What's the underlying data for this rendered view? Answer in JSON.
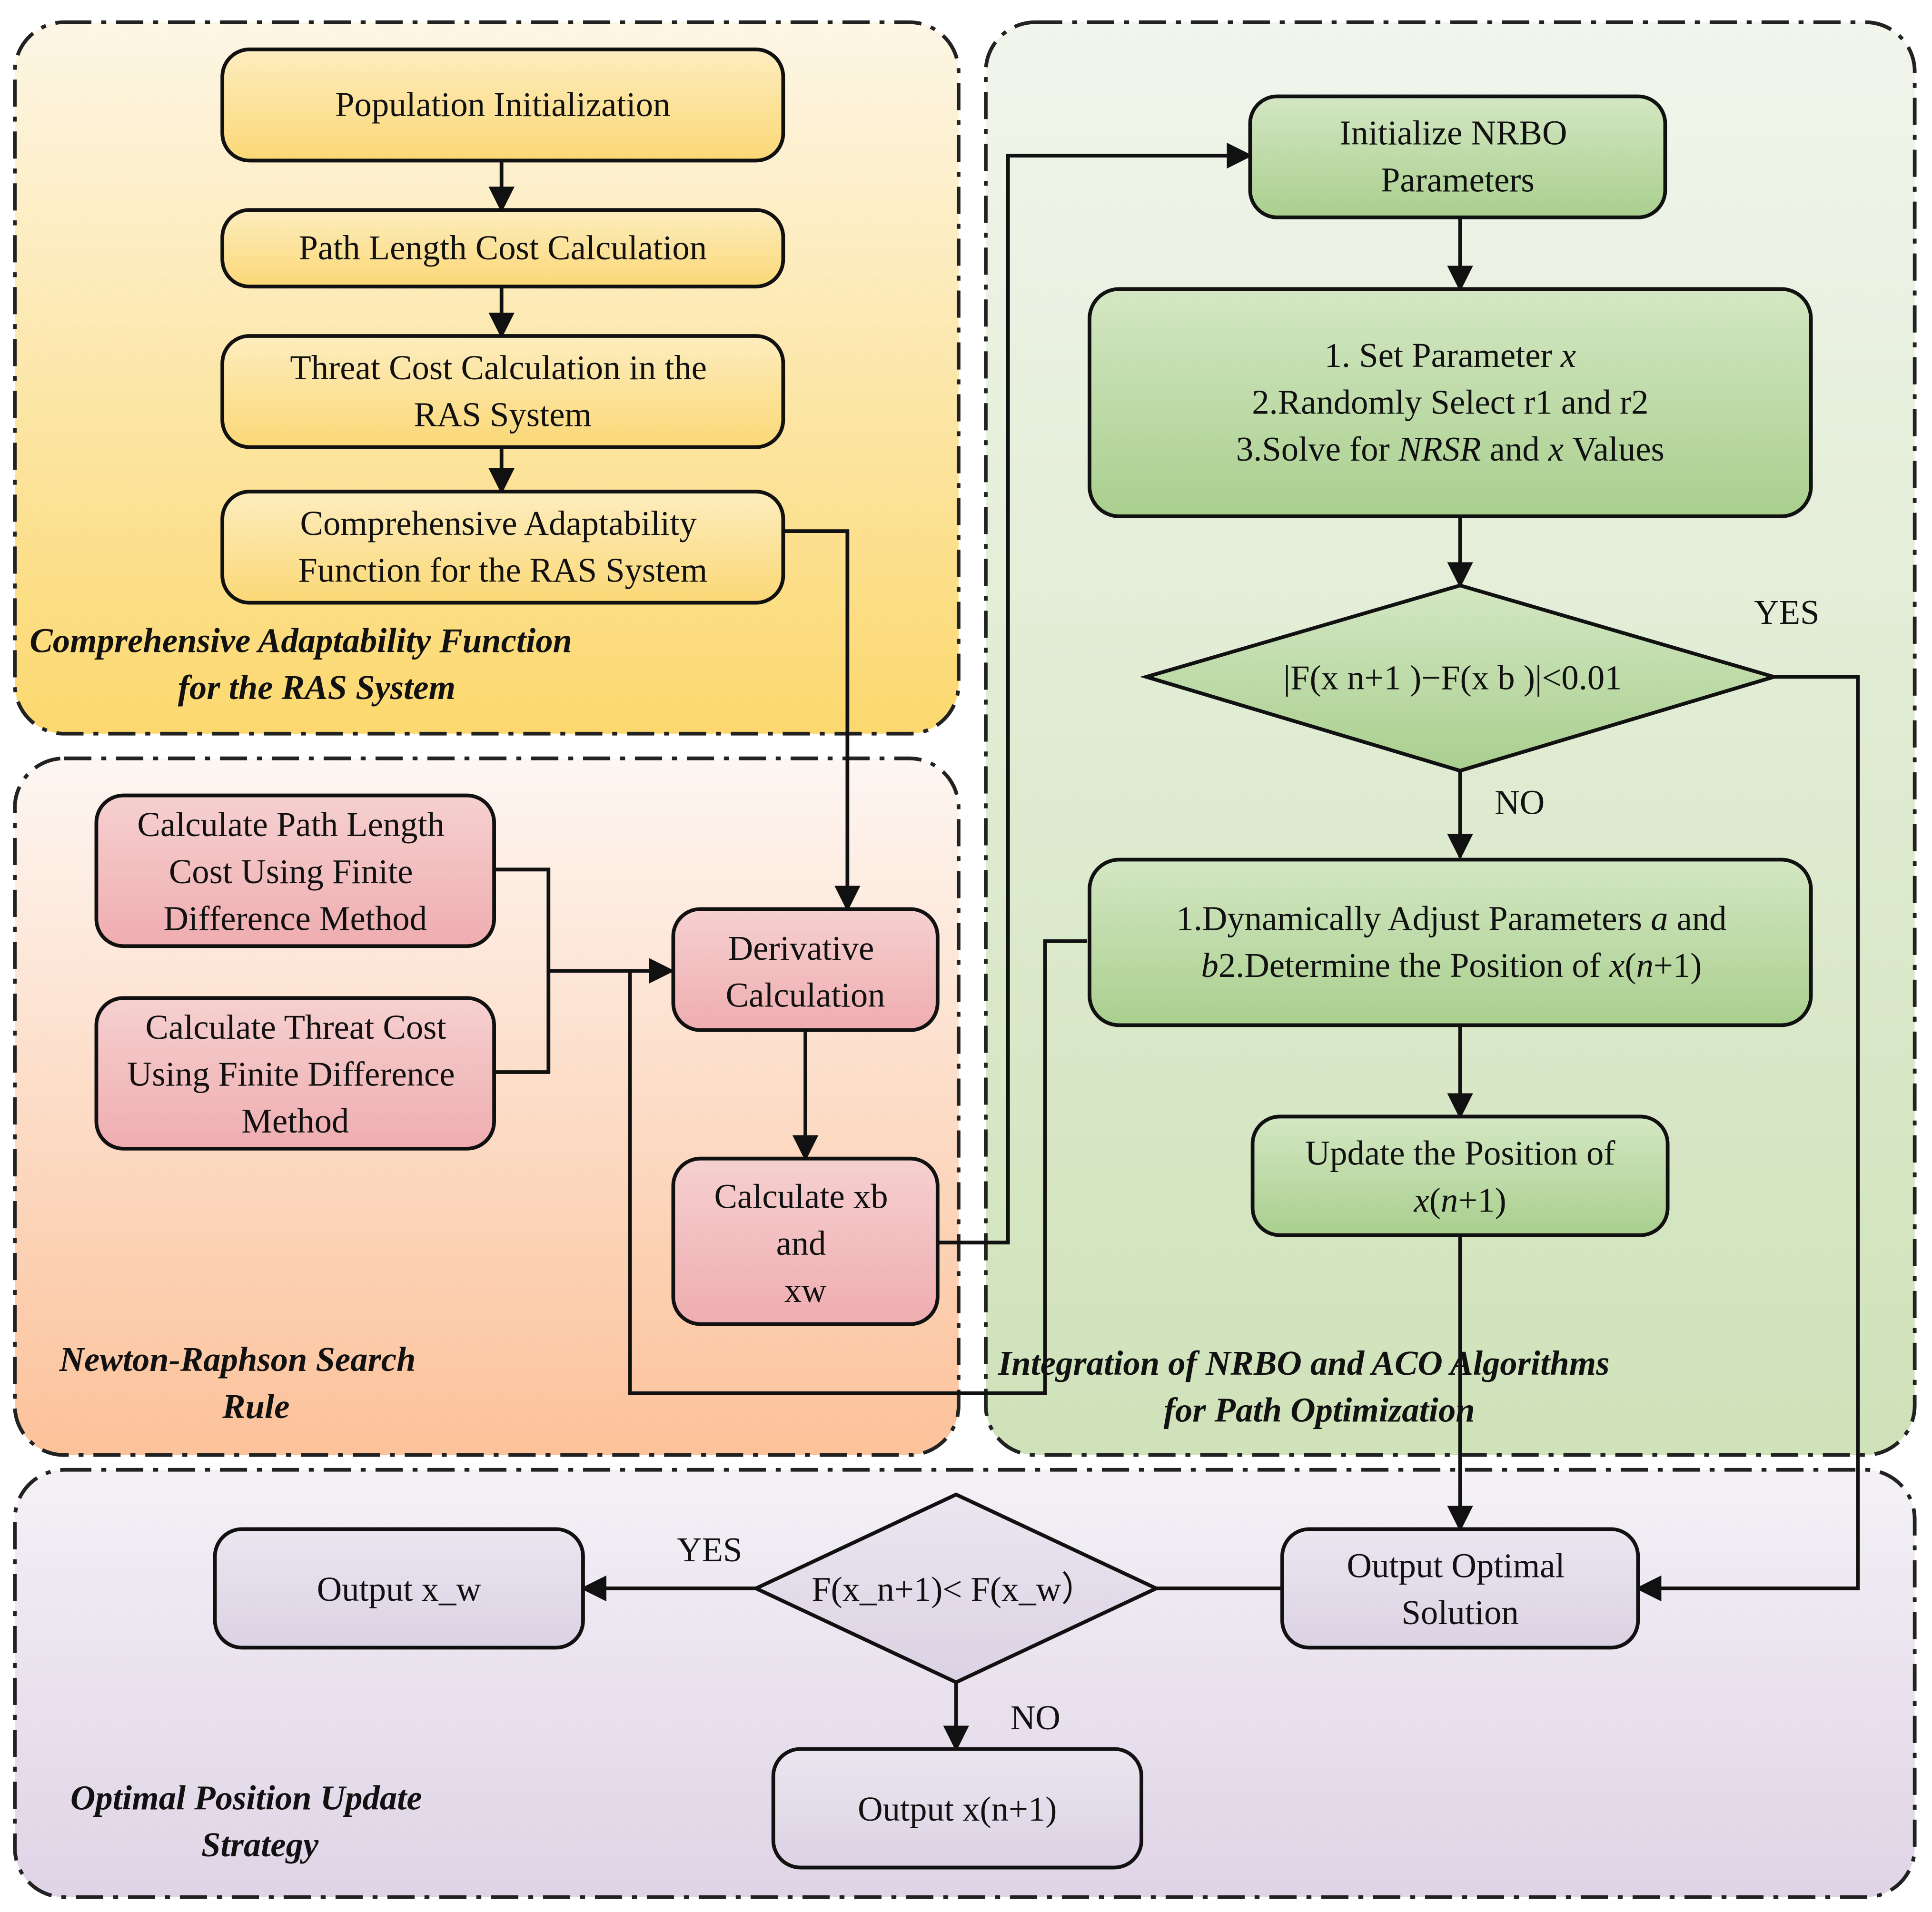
{
  "regions": {
    "fitness": {
      "label_lines": [
        "Comprehensive Adaptability Function",
        "for the RAS System"
      ]
    },
    "newton": {
      "label_lines": [
        "Newton-Raphson Search",
        "Rule"
      ]
    },
    "nrbo": {
      "label_lines": [
        "Integration of NRBO and ACO Algorithms",
        "for Path Optimization"
      ]
    },
    "optimal": {
      "label_lines": [
        "Optimal Position Update",
        "Strategy"
      ]
    }
  },
  "nodes": {
    "pop_init": {
      "lines": [
        "Population Initialization"
      ]
    },
    "path_cost": {
      "lines": [
        "Path Length Cost Calculation"
      ]
    },
    "threat_cost": {
      "lines": [
        "Threat Cost Calculation in the",
        "RAS System"
      ]
    },
    "comp_func": {
      "lines": [
        "Comprehensive Adaptability",
        "Function for the RAS System"
      ]
    },
    "fd_path": {
      "lines": [
        "Calculate Path Length",
        "Cost Using Finite",
        "Difference Method"
      ]
    },
    "fd_threat": {
      "lines": [
        "Calculate Threat Cost",
        "Using Finite Difference",
        "Method"
      ]
    },
    "derivative": {
      "lines": [
        "Derivative",
        "Calculation"
      ]
    },
    "calc_xb_xw": {
      "lines": [
        "Calculate xb",
        "and",
        "xw"
      ]
    },
    "init_nrbo": {
      "lines": [
        "Initialize NRBO",
        "Parameters"
      ]
    },
    "set_params": {
      "lines": [
        "1. Set Parameter",
        "2.Randomly Select r1 and r2",
        "3.Solve for",
        "and",
        "Values"
      ],
      "math": [
        "x",
        "NRSR",
        "x"
      ]
    },
    "convergence_check": {
      "lines": [
        "|F(x n+1 )−F(x b )|<0.01"
      ]
    },
    "adjust_params": {
      "lines": [
        "1.Dynamically Adjust Parameters",
        "and",
        "2.Determine the Position of",
        "(",
        "+1)"
      ],
      "math": [
        "a",
        "b",
        "x",
        "n"
      ]
    },
    "update_position": {
      "lines": [
        "Update the Position of",
        "(",
        "+1)"
      ],
      "math": [
        "x",
        "n"
      ]
    },
    "output_optimal": {
      "lines": [
        "Output Optimal",
        "Solution"
      ]
    },
    "compare_check": {
      "lines": [
        "F(x_n+1)< F(x_w）"
      ]
    },
    "output_xw": {
      "lines": [
        "Output x_w"
      ]
    },
    "output_xn1": {
      "lines": [
        "Output  x(n+1)"
      ]
    }
  },
  "edge_labels": {
    "conv_yes": "YES",
    "conv_no": "NO",
    "cmp_yes": "YES",
    "cmp_no": "NO"
  },
  "colors": {
    "yellow_top": "#fdf5e2",
    "yellow_bottom": "#fcd86c",
    "yellow_node": "#fbe08f",
    "peach_top": "#fdf3ee",
    "peach_bottom": "#fcc7a0",
    "pink_node": "#f2b8bb",
    "green_bg": "#dde9cf",
    "green_node": "#b4d69b",
    "purple_bg": "#e6dfeb",
    "purple_node": "#e0d9e8"
  }
}
